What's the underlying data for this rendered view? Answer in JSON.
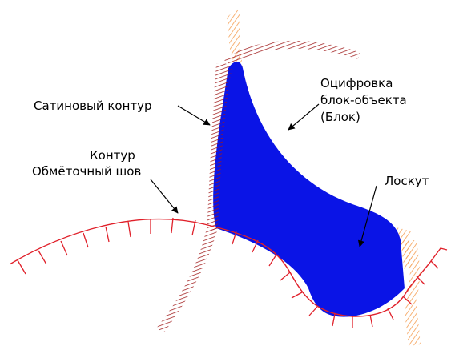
{
  "labels": {
    "satin_outline": "Сатиновый контур",
    "block_digitizing_line1": "Оцифровка",
    "block_digitizing_line2": "блок-объекта",
    "block_digitizing_line3": "(Блок)",
    "outline_line1": "Контур",
    "outline_line2": "Обмёточный шов",
    "patch": "Лоскут"
  },
  "colors": {
    "fill_blue": "#0a14e6",
    "satin_orange": "#f5a055",
    "satin_dark_red": "#a01a1a",
    "blanket_red": "#e0202a",
    "arrow": "#000000"
  }
}
